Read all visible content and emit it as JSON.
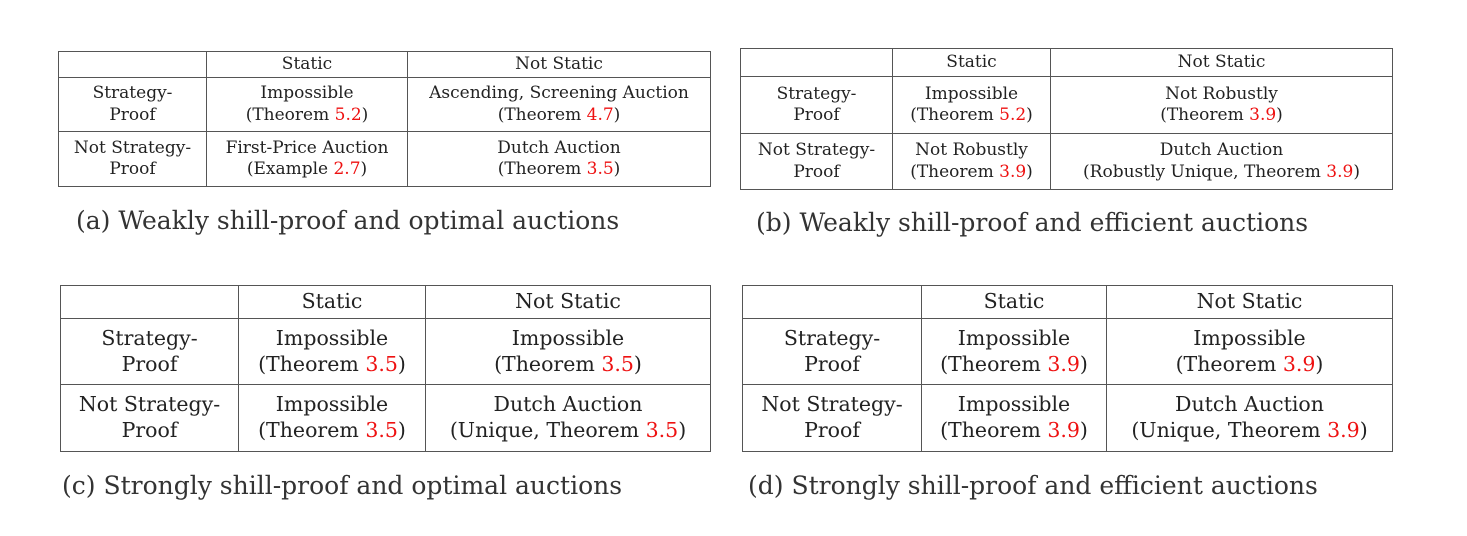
{
  "headers": {
    "static": "Static",
    "not_static": "Not Static"
  },
  "row_labels": {
    "sp_1": "Strategy-",
    "sp_2": "Proof",
    "nsp_1": "Not Strategy-",
    "nsp_2": "Proof"
  },
  "tables": {
    "a": {
      "caption": "(a) Weakly shill-proof and optimal auctions",
      "cells": {
        "sp_static": {
          "line1": "Impossible",
          "prefix": "(Theorem ",
          "ref": "5.2",
          "suffix": ")"
        },
        "sp_not": {
          "line1": "Ascending, Screening Auction",
          "prefix": "(Theorem ",
          "ref": "4.7",
          "suffix": ")"
        },
        "nsp_static": {
          "line1": "First-Price Auction",
          "prefix": "(Example ",
          "ref": "2.7",
          "suffix": ")"
        },
        "nsp_not": {
          "line1": "Dutch Auction",
          "prefix": "(Theorem ",
          "ref": "3.5",
          "suffix": ")"
        }
      }
    },
    "b": {
      "caption": "(b) Weakly shill-proof and efficient auctions",
      "cells": {
        "sp_static": {
          "line1": "Impossible",
          "prefix": "(Theorem ",
          "ref": "5.2",
          "suffix": ")"
        },
        "sp_not": {
          "line1": "Not Robustly",
          "prefix": "(Theorem ",
          "ref": "3.9",
          "suffix": ")"
        },
        "nsp_static": {
          "line1": "Not Robustly",
          "prefix": "(Theorem ",
          "ref": "3.9",
          "suffix": ")"
        },
        "nsp_not": {
          "line1": "Dutch Auction",
          "prefix": "(Robustly Unique, Theorem ",
          "ref": "3.9",
          "suffix": ")"
        }
      }
    },
    "c": {
      "caption": "(c) Strongly shill-proof and optimal auctions",
      "cells": {
        "sp_static": {
          "line1": "Impossible",
          "prefix": "(Theorem ",
          "ref": "3.5",
          "suffix": ")"
        },
        "sp_not": {
          "line1": "Impossible",
          "prefix": "(Theorem ",
          "ref": "3.5",
          "suffix": ")"
        },
        "nsp_static": {
          "line1": "Impossible",
          "prefix": "(Theorem ",
          "ref": "3.5",
          "suffix": ")"
        },
        "nsp_not": {
          "line1": "Dutch Auction",
          "prefix": "(Unique, Theorem ",
          "ref": "3.5",
          "suffix": ")"
        }
      }
    },
    "d": {
      "caption": "(d) Strongly shill-proof and efficient auctions",
      "cells": {
        "sp_static": {
          "line1": "Impossible",
          "prefix": "(Theorem ",
          "ref": "3.9",
          "suffix": ")"
        },
        "sp_not": {
          "line1": "Impossible",
          "prefix": "(Theorem ",
          "ref": "3.9",
          "suffix": ")"
        },
        "nsp_static": {
          "line1": "Impossible",
          "prefix": "(Theorem ",
          "ref": "3.9",
          "suffix": ")"
        },
        "nsp_not": {
          "line1": "Dutch Auction",
          "prefix": "(Unique, Theorem ",
          "ref": "3.9",
          "suffix": ")"
        }
      }
    }
  },
  "colors": {
    "reference_link": "#ee1111",
    "border": "#555555",
    "text": "#222222"
  }
}
